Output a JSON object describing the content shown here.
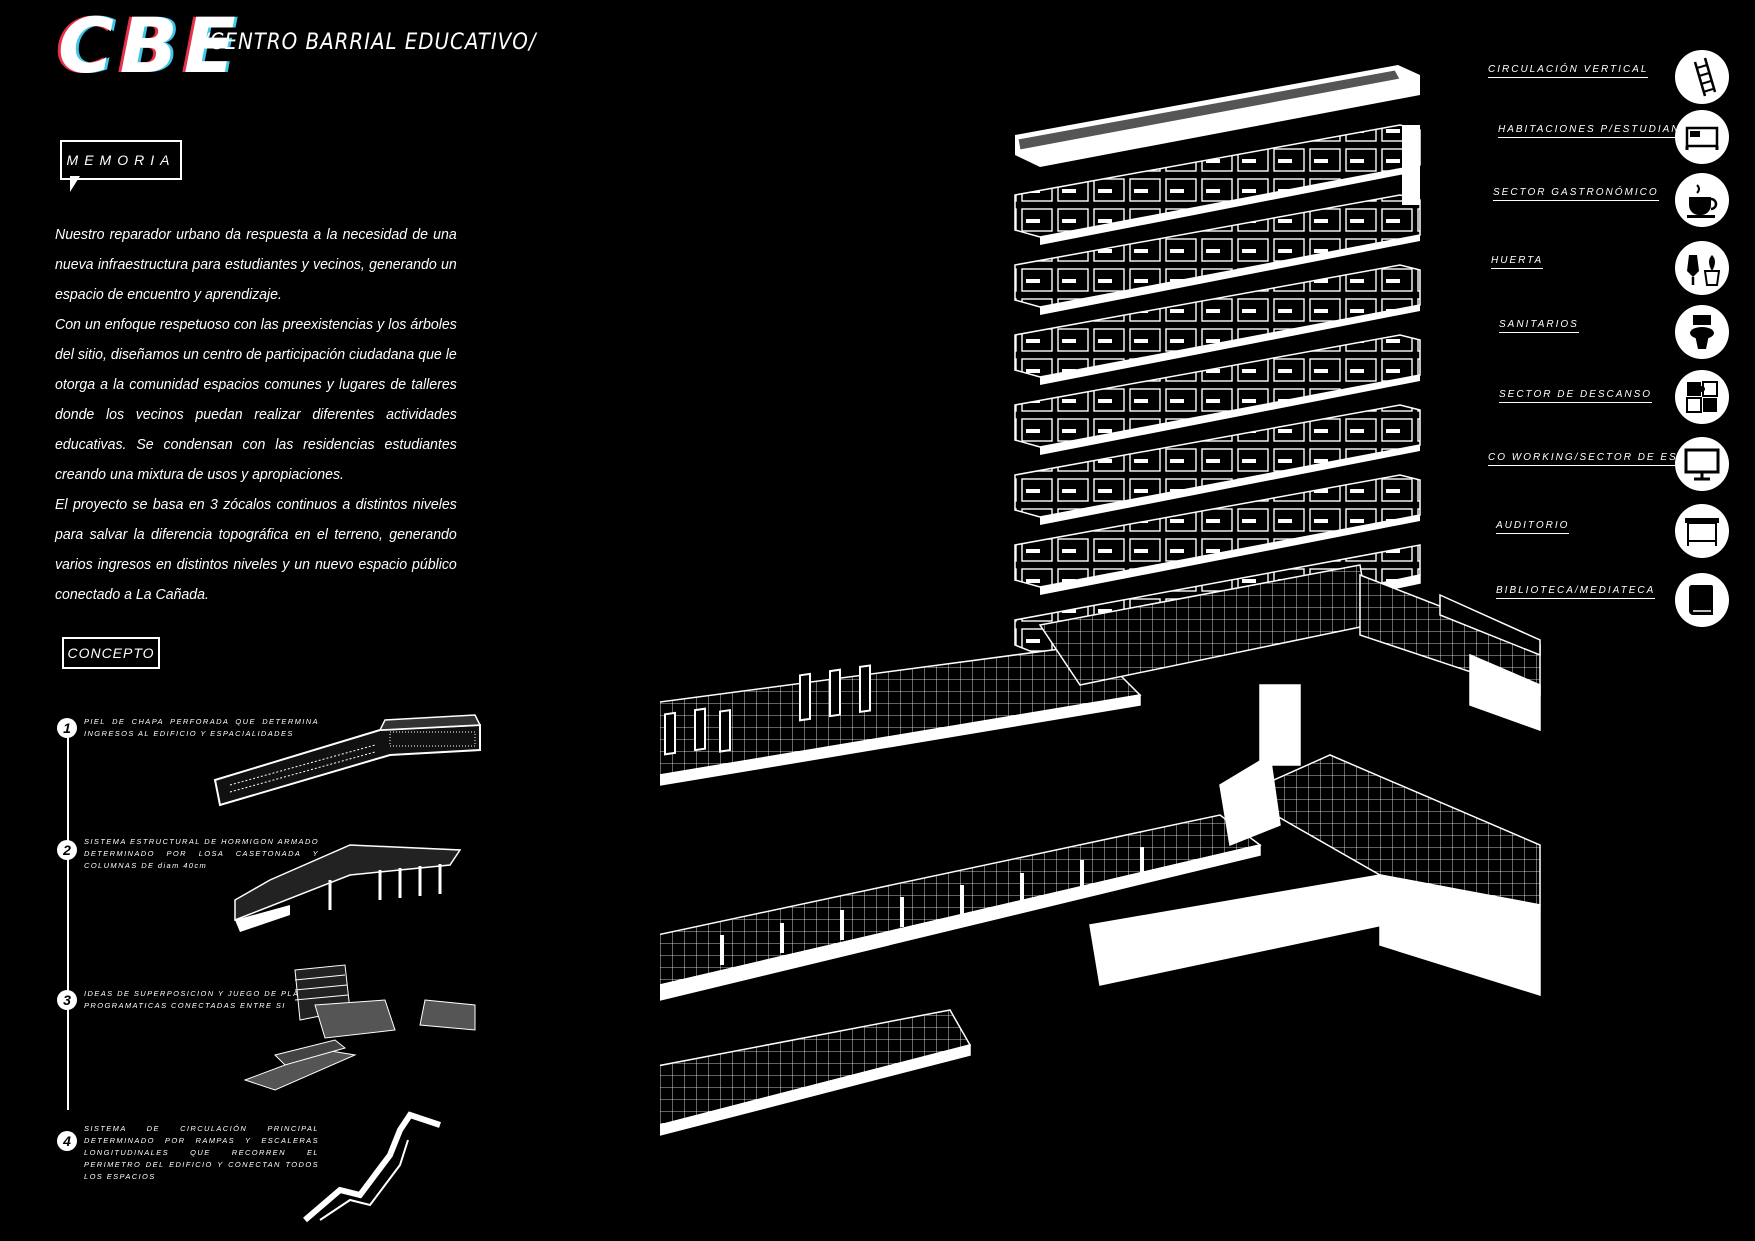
{
  "header": {
    "logo": "CBE",
    "subtitle": "/CENTRO BARRIAL EDUCATIVO/"
  },
  "memoria": {
    "heading": "MEMORIA",
    "paragraphs": [
      "Nuestro reparador urbano da respuesta a la necesidad de una nueva infraestructura para estudiantes y vecinos, generando un espacio de encuentro y aprendizaje.",
      "Con un enfoque respetuoso con las preexistencias y los árboles del sitio, diseñamos un centro de participación ciudadana que le otorga a la comunidad espacios comunes y lugares de talleres donde los vecinos puedan realizar diferentes actividades educativas. Se condensan con las residencias estudiantes creando una mixtura de usos y apropiaciones.",
      "El proyecto se basa en 3 zócalos continuos a distintos niveles para salvar la diferencia topográfica en el terreno, generando varios ingresos en distintos niveles y un nuevo espacio público conectado a La Cañada."
    ]
  },
  "concepto": {
    "heading": "CONCEPTO",
    "steps": [
      {
        "number": "1",
        "text": "PIEL DE CHAPA PERFORADA QUE DETERMINA INGRESOS AL EDIFICIO Y ESPACIALIDADES"
      },
      {
        "number": "2",
        "text": "SISTEMA ESTRUCTURAL DE HORMIGON ARMADO DETERMINADO POR LOSA CASETONADA Y COLUMNAS DE diam 40cm"
      },
      {
        "number": "3",
        "text": "IDEAS DE SUPERPOSICION Y JUEGO DE PLACAS PROGRAMATICAS CONECTADAS ENTRE SI"
      },
      {
        "number": "4",
        "text": "SISTEMA DE CIRCULACIÓN PRINCIPAL DETERMINADO POR RAMPAS Y ESCALERAS LONGITUDINALES QUE RECORREN EL PERIMETRO DEL EDIFICIO Y CONECTAN TODOS LOS ESPACIOS"
      }
    ]
  },
  "legend": [
    {
      "label": "CIRCULACIÓN VERTICAL",
      "icon": "ladder-icon"
    },
    {
      "label": "HABITACIONES P/ESTUDIANTES",
      "icon": "bed-icon"
    },
    {
      "label": "SECTOR GASTRONÓMICO",
      "icon": "coffee-cup-icon"
    },
    {
      "label": "HUERTA",
      "icon": "trowel-plant-icon"
    },
    {
      "label": "SANITARIOS",
      "icon": "toilet-icon"
    },
    {
      "label": "SECTOR DE DESCANSO",
      "icon": "puzzle-icon"
    },
    {
      "label": "CO WORKING/SECTOR DE ESTUDIO",
      "icon": "monitor-icon"
    },
    {
      "label": "AUDITORIO",
      "icon": "screen-icon"
    },
    {
      "label": "BIBLIOTECA/MEDIATECA",
      "icon": "book-icon"
    }
  ],
  "colors": {
    "background": "#000000",
    "foreground": "#ffffff",
    "logo_red": "#e8304a",
    "logo_cyan": "#3fc6e8",
    "slab_gray": "#555555"
  }
}
